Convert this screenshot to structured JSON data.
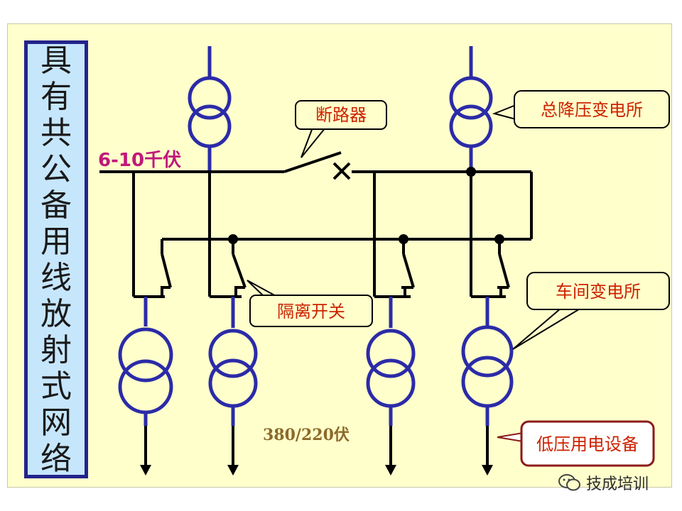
{
  "title_chars": [
    "具",
    "有",
    "共",
    "公",
    "备",
    "用",
    "线",
    "放",
    "射",
    "式",
    "网",
    "络"
  ],
  "labels": {
    "bus_voltage": "6-10千伏",
    "breaker": "断路器",
    "main_substation": "总降压变电所",
    "isolator": "隔离开关",
    "workshop_substation": "车间变电所",
    "low_voltage": "380/220伏",
    "lv_equipment": "低压用电设备"
  },
  "watermark": {
    "text": "技成培训",
    "icon": "wechat-icon"
  },
  "colors": {
    "background": "#ffffcc",
    "title_box_fill": "#c6e6fc",
    "title_box_border": "#23238c",
    "transformer": "#2b2ba8",
    "wire": "#000000",
    "callout_text": "#cc2200",
    "voltage_text": "#c0187a",
    "lv_text": "#8b6a2a",
    "callout_border_red": "#8b1a1a"
  }
}
